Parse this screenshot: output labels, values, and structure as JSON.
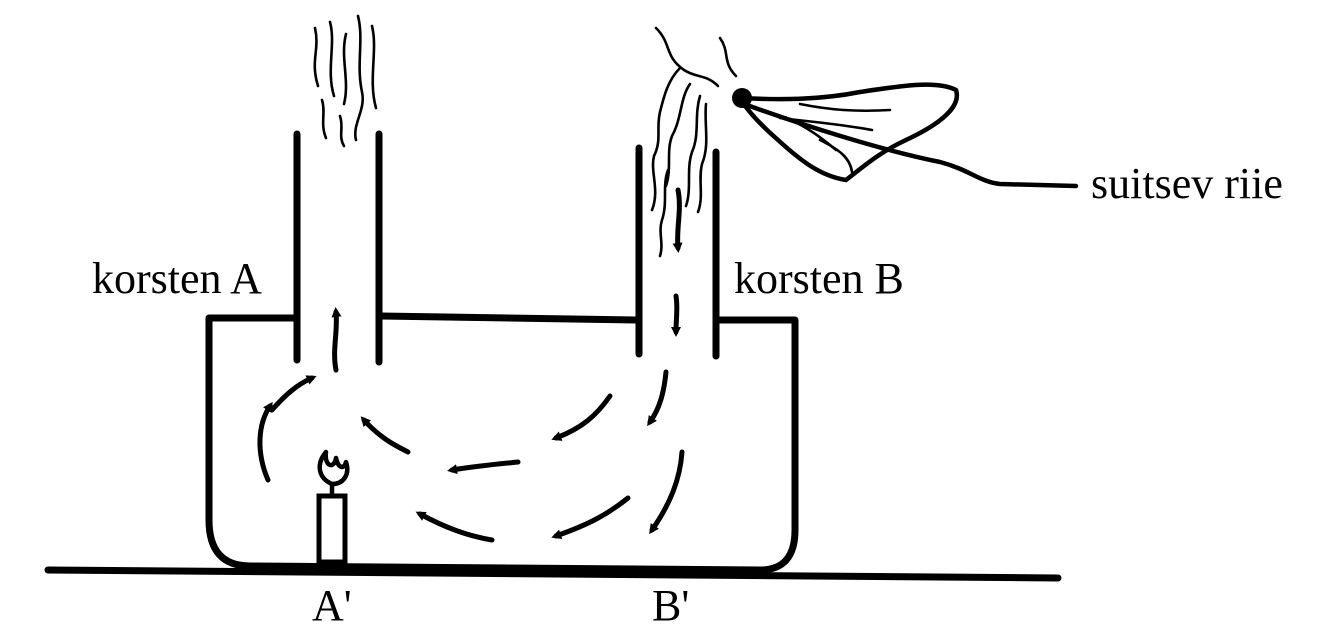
{
  "labels": {
    "chimney_a": "korsten A",
    "chimney_b": "korsten B",
    "smoking_rag": "suitsev riie",
    "point_a": "A'",
    "point_b": "B'"
  }
}
